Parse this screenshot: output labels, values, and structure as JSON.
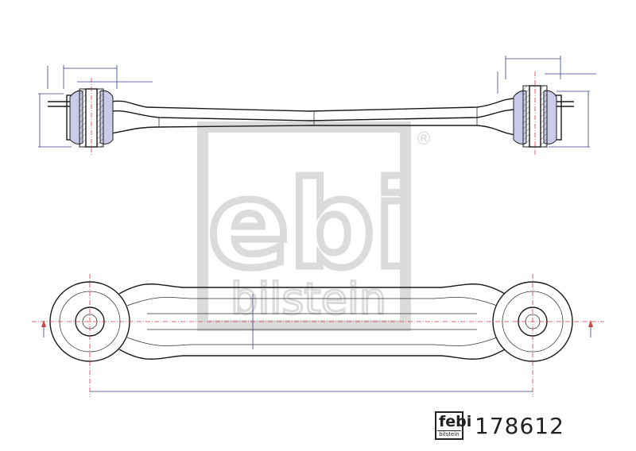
{
  "brand": {
    "logo_text": "febi",
    "logo_subtext": "bilstein",
    "registered": "®"
  },
  "part_number": "178612",
  "colors": {
    "rubber": "#c9cbe8",
    "dimension": "#3b3f8f",
    "centerline": "#d04040",
    "watermark": "#d8d8d8"
  }
}
